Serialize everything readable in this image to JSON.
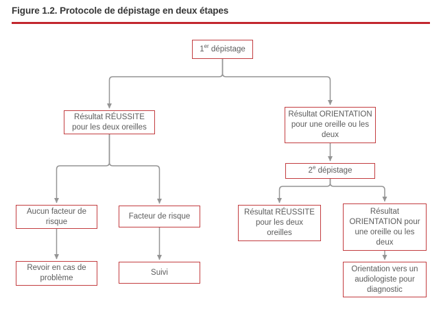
{
  "figure": {
    "title": "Figure 1.2. Protocole de dépistage en deux étapes"
  },
  "nodes": {
    "step1": {
      "prefix": "1",
      "sup": "er",
      "rest": " dépistage"
    },
    "pass1": {
      "label": "Résultat RÉUSSITE\npour les deux oreilles"
    },
    "refer1": {
      "label": "Résultat ORIENTATION\npour une oreille ou les\ndeux"
    },
    "step2": {
      "prefix": "2",
      "sup": "e",
      "rest": " dépistage"
    },
    "no_risk": {
      "label": "Aucun facteur de\nrisque"
    },
    "risk": {
      "label": "Facteur de risque"
    },
    "pass2": {
      "label": "Résultat RÉUSSITE\npour les deux\noreilles"
    },
    "refer2": {
      "label": "Résultat\nORIENTATION pour\nune oreille ou les\ndeux"
    },
    "review": {
      "label": "Revoir en cas de\nproblème"
    },
    "followup": {
      "label": "Suivi"
    },
    "audiologist": {
      "label": "Orientation vers un\naudiologiste pour\ndiagnostic"
    }
  },
  "colors": {
    "box_border_red": "#c23b3e",
    "title_rule_red": "#c2262e",
    "connector_gray": "#949494",
    "text_gray": "#5b5b5b",
    "title_charcoal": "#363636"
  }
}
